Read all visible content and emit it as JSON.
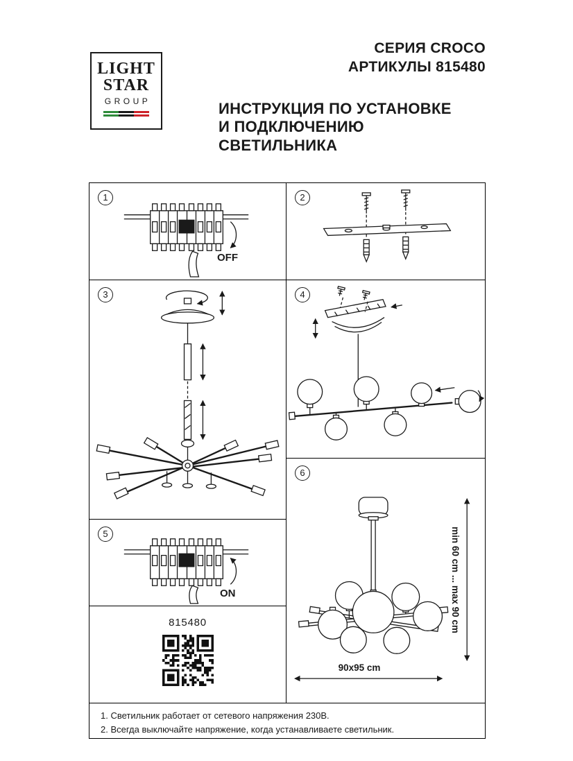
{
  "logo": {
    "line1": "LIGHT",
    "line2": "STAR",
    "line3": "GROUP"
  },
  "header": {
    "series": "СЕРИЯ CROCO",
    "articles": "АРТИКУЛЫ 815480",
    "title1": "ИНСТРУКЦИЯ ПО УСТАНОВКЕ",
    "title2": "И ПОДКЛЮЧЕНИЮ СВЕТИЛЬНИКА"
  },
  "steps": [
    {
      "num": "1",
      "label": "OFF"
    },
    {
      "num": "2"
    },
    {
      "num": "3"
    },
    {
      "num": "4"
    },
    {
      "num": "5",
      "label": "ON"
    },
    {
      "num": "6",
      "dim_height": "min 60 cm ... max 90 cm",
      "dim_width": "90x95 cm"
    }
  ],
  "product": {
    "article": "815480"
  },
  "footer": {
    "note1": "1. Светильник работает от сетевого напряжения 230В.",
    "note2": "2. Всегда выключайте напряжение, когда устанавливаете светильник."
  },
  "colors": {
    "ink": "#1a1a1a",
    "flag_green": "#2e8b3a",
    "flag_dark": "#1a1a1a",
    "flag_red": "#cc2229"
  }
}
